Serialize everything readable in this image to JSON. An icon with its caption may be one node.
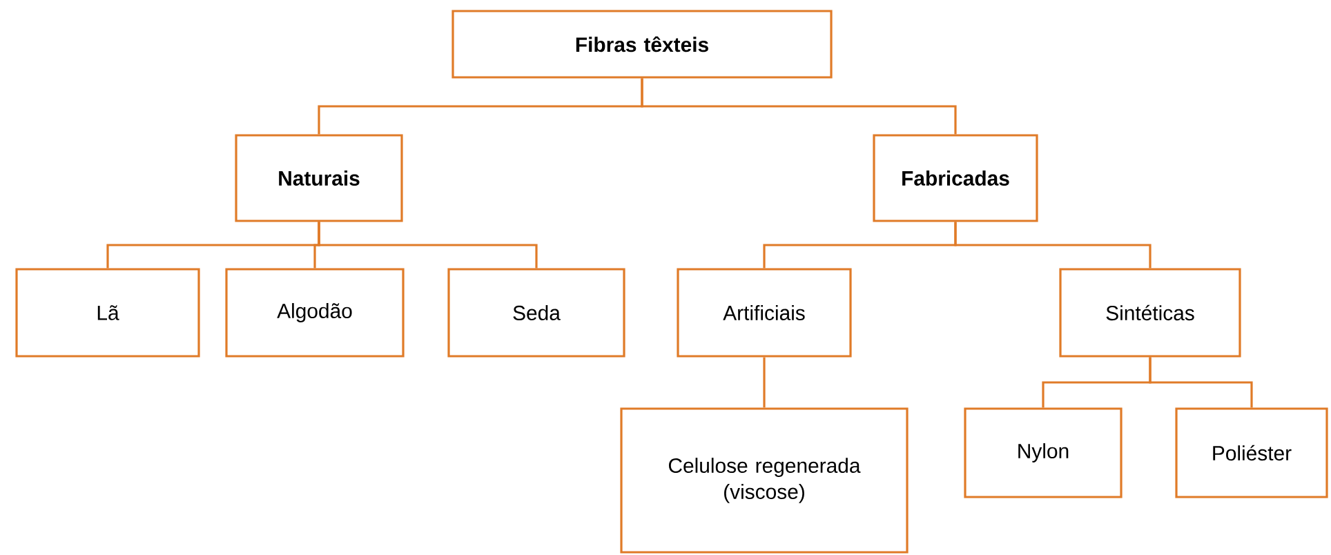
{
  "diagram": {
    "nodes": [
      {
        "text": [
          "Fibras têxteis"
        ]
      },
      {
        "text": [
          "Naturais"
        ]
      },
      {
        "text": [
          "Fabricadas"
        ]
      },
      {
        "text": [
          "Lã"
        ]
      },
      {
        "text": [
          "Algodão"
        ]
      },
      {
        "text": [
          "Seda"
        ]
      },
      {
        "text": [
          "Artificiais"
        ]
      },
      {
        "text": [
          "Sintéticas"
        ]
      },
      {
        "text": [
          "Celulose regenerada (viscose)"
        ]
      },
      {
        "text": [
          "Nylon"
        ]
      },
      {
        "text": [
          "Poliéster"
        ]
      }
    ],
    "edges": [
      {
        "from": 0,
        "to": 1,
        "arrow": "none"
      },
      {
        "from": 0,
        "to": 2,
        "arrow": "none"
      },
      {
        "from": 1,
        "to": 3,
        "arrow": "none"
      },
      {
        "from": 1,
        "to": 4,
        "arrow": "none"
      },
      {
        "from": 1,
        "to": 5,
        "arrow": "none"
      },
      {
        "from": 2,
        "to": 6,
        "arrow": "none"
      },
      {
        "from": 2,
        "to": 7,
        "arrow": "none"
      },
      {
        "from": 6,
        "to": 8,
        "arrow": "none"
      },
      {
        "from": 7,
        "to": 9,
        "arrow": "none"
      },
      {
        "from": 7,
        "to": 10,
        "arrow": "none"
      }
    ]
  }
}
